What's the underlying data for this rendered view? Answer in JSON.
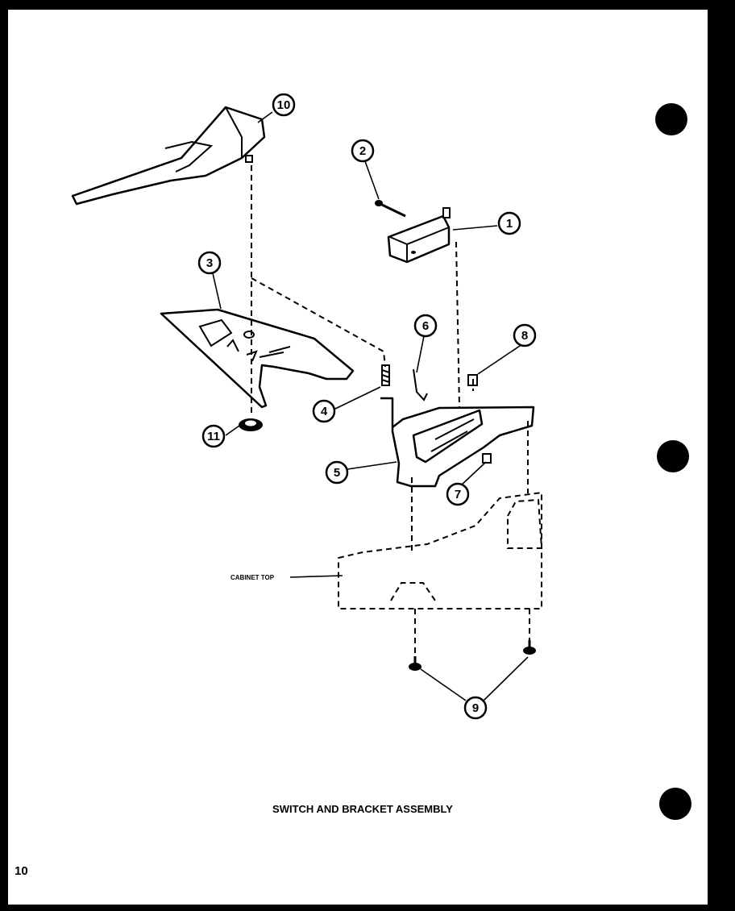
{
  "diagram": {
    "title": "SWITCH AND BRACKET ASSEMBLY",
    "page_number": "10",
    "labels": {
      "cabinet_top": "CABINET TOP"
    },
    "callouts": [
      "1",
      "2",
      "3",
      "4",
      "5",
      "6",
      "7",
      "8",
      "9",
      "10",
      "11"
    ]
  }
}
